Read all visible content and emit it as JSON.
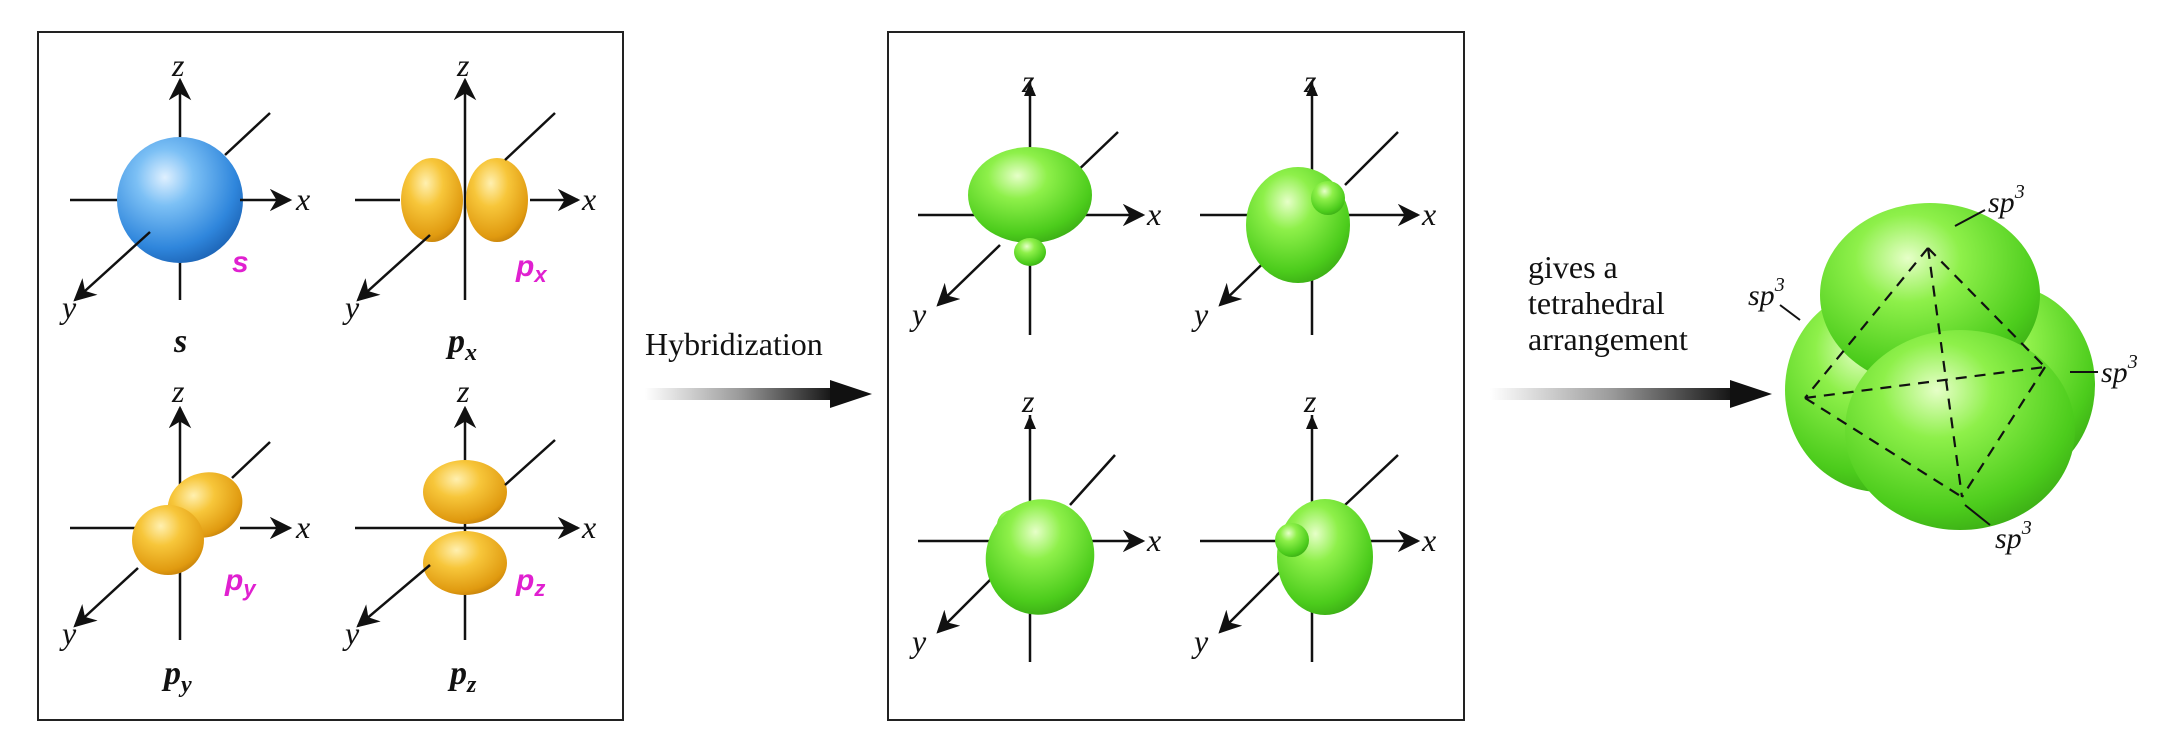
{
  "colors": {
    "s_orbital": "#3a8fe0",
    "p_orbital": "#f0b018",
    "hybrid_orbital": "#66dd22",
    "label_accent": "#e020d0"
  },
  "axes": {
    "x": "x",
    "y": "y",
    "z": "z"
  },
  "atomic_orbitals": [
    {
      "name": "s",
      "subscript": "",
      "inside_label": "s",
      "inside_subscript": ""
    },
    {
      "name": "p",
      "subscript": "x",
      "inside_label": "p",
      "inside_subscript": "x"
    },
    {
      "name": "p",
      "subscript": "y",
      "inside_label": "p",
      "inside_subscript": "y"
    },
    {
      "name": "p",
      "subscript": "z",
      "inside_label": "p",
      "inside_subscript": "z"
    }
  ],
  "arrow1": {
    "label": "Hybridization"
  },
  "arrow2": {
    "label_lines": [
      "gives a",
      "tetrahedral",
      "arrangement"
    ]
  },
  "tetrahedron": {
    "labels": [
      {
        "base": "sp",
        "exp": "3"
      },
      {
        "base": "sp",
        "exp": "3"
      },
      {
        "base": "sp",
        "exp": "3"
      },
      {
        "base": "sp",
        "exp": "3"
      }
    ]
  }
}
